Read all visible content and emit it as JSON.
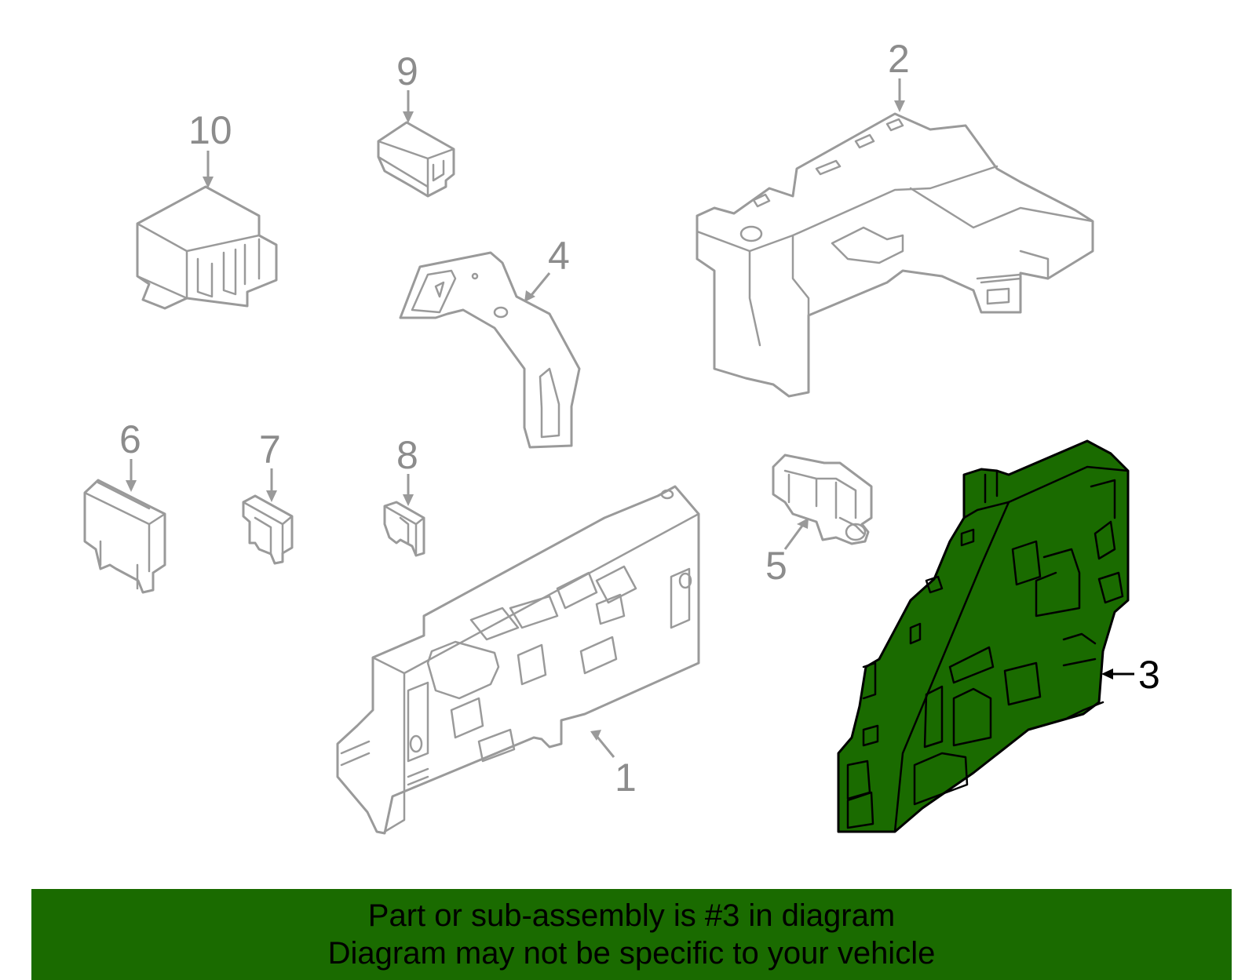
{
  "callouts": {
    "c1": "1",
    "c2": "2",
    "c3": "3",
    "c4": "4",
    "c5": "5",
    "c6": "6",
    "c7": "7",
    "c8": "8",
    "c9": "9",
    "c10": "10"
  },
  "highlighted_part": "3",
  "colors": {
    "highlight_fill": "#1a6b00",
    "line_gray": "#9a9a9a",
    "label_gray": "#8c8c8c",
    "banner_bg": "#1a6b00"
  },
  "banner": {
    "line1": "Part or sub-assembly is #3 in diagram",
    "line2": "Diagram may not be specific to your vehicle"
  }
}
